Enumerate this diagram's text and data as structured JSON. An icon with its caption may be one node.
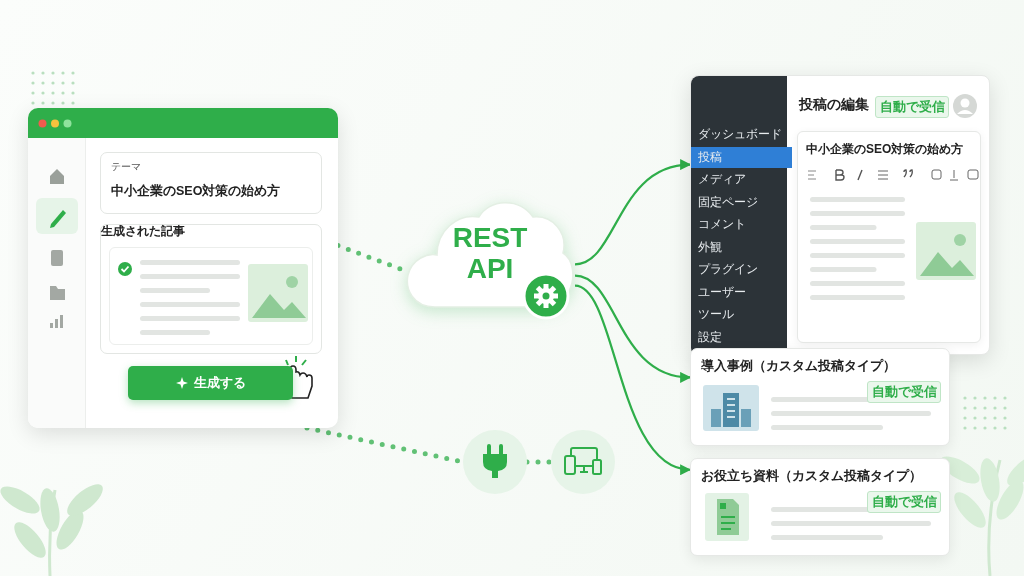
{
  "diagram": {
    "nodes": [
      {
        "text": [],
        "shape": "box"
      },
      {
        "text": [
          "テーマ",
          "中小企業のSEO対策の始め方"
        ],
        "in": 0
      },
      {
        "text": [
          "生成された記事"
        ],
        "in": 0
      },
      {
        "text": [
          "生成する"
        ],
        "in": 0
      },
      {
        "text": [
          "REST API"
        ]
      },
      {
        "text": [
          "投稿の編集"
        ]
      },
      {
        "text": [
          "自動で受信"
        ],
        "in": 5
      },
      {
        "text": [
          "中小企業のSEO対策の始め方"
        ],
        "in": 5
      },
      {
        "text": [
          "導入事例（カスタム投稿タイプ）"
        ]
      },
      {
        "text": [
          "自動で受信"
        ],
        "in": 8
      },
      {
        "text": [
          "お役立ち資料（カスタム投稿タイプ）"
        ]
      },
      {
        "text": [
          "自動で受信"
        ],
        "in": 10
      },
      {
        "text": [],
        "shape": "circle"
      },
      {
        "text": [],
        "shape": "circle"
      }
    ],
    "edges": [
      {
        "from": 0,
        "to": 4,
        "arrow": "none",
        "style": "dashed"
      },
      {
        "from": 4,
        "to": 5,
        "arrow": "to"
      },
      {
        "from": 4,
        "to": 8,
        "arrow": "to"
      },
      {
        "from": 4,
        "to": 10,
        "arrow": "to"
      },
      {
        "from": 0,
        "to": 12,
        "arrow": "none",
        "style": "dashed"
      },
      {
        "from": 12,
        "to": 13,
        "arrow": "none",
        "style": "dashed"
      }
    ],
    "labels": [
      "ダッシュボード",
      "投稿",
      "メディア",
      "固定ページ",
      "コメント",
      "外観",
      "プラグイン",
      "ユーザー",
      "ツール",
      "設定"
    ]
  }
}
